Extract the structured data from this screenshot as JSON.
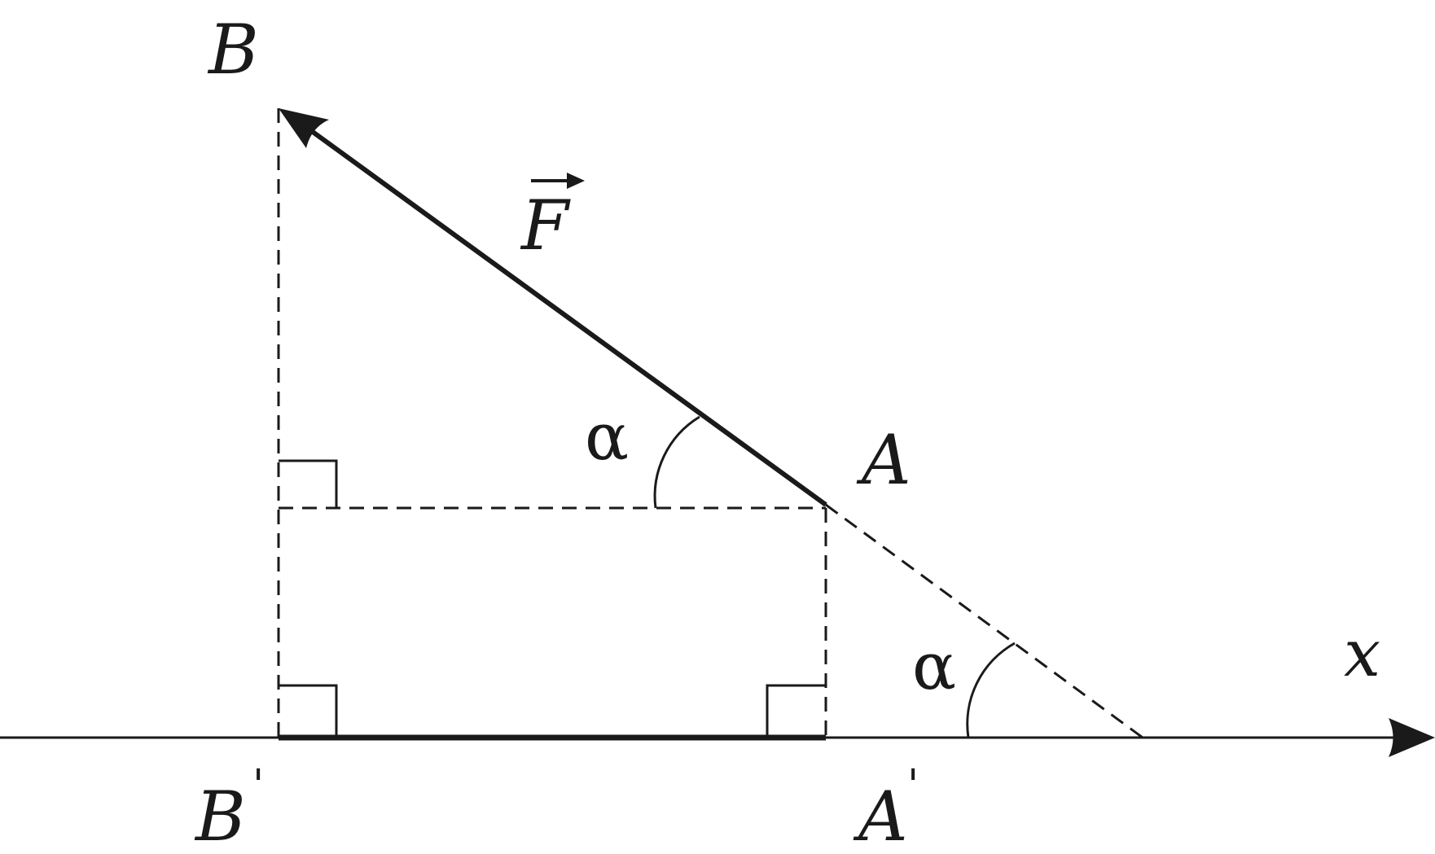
{
  "labels": {
    "point_b": "B",
    "point_a": "A",
    "point_b_proj": "B",
    "point_a_proj": "A",
    "prime_mark": "'",
    "force": "F",
    "angle_top": "α",
    "angle_bottom": "α",
    "axis": "x"
  },
  "colors": {
    "ink": "#1a1a1a",
    "background": "#ffffff"
  }
}
